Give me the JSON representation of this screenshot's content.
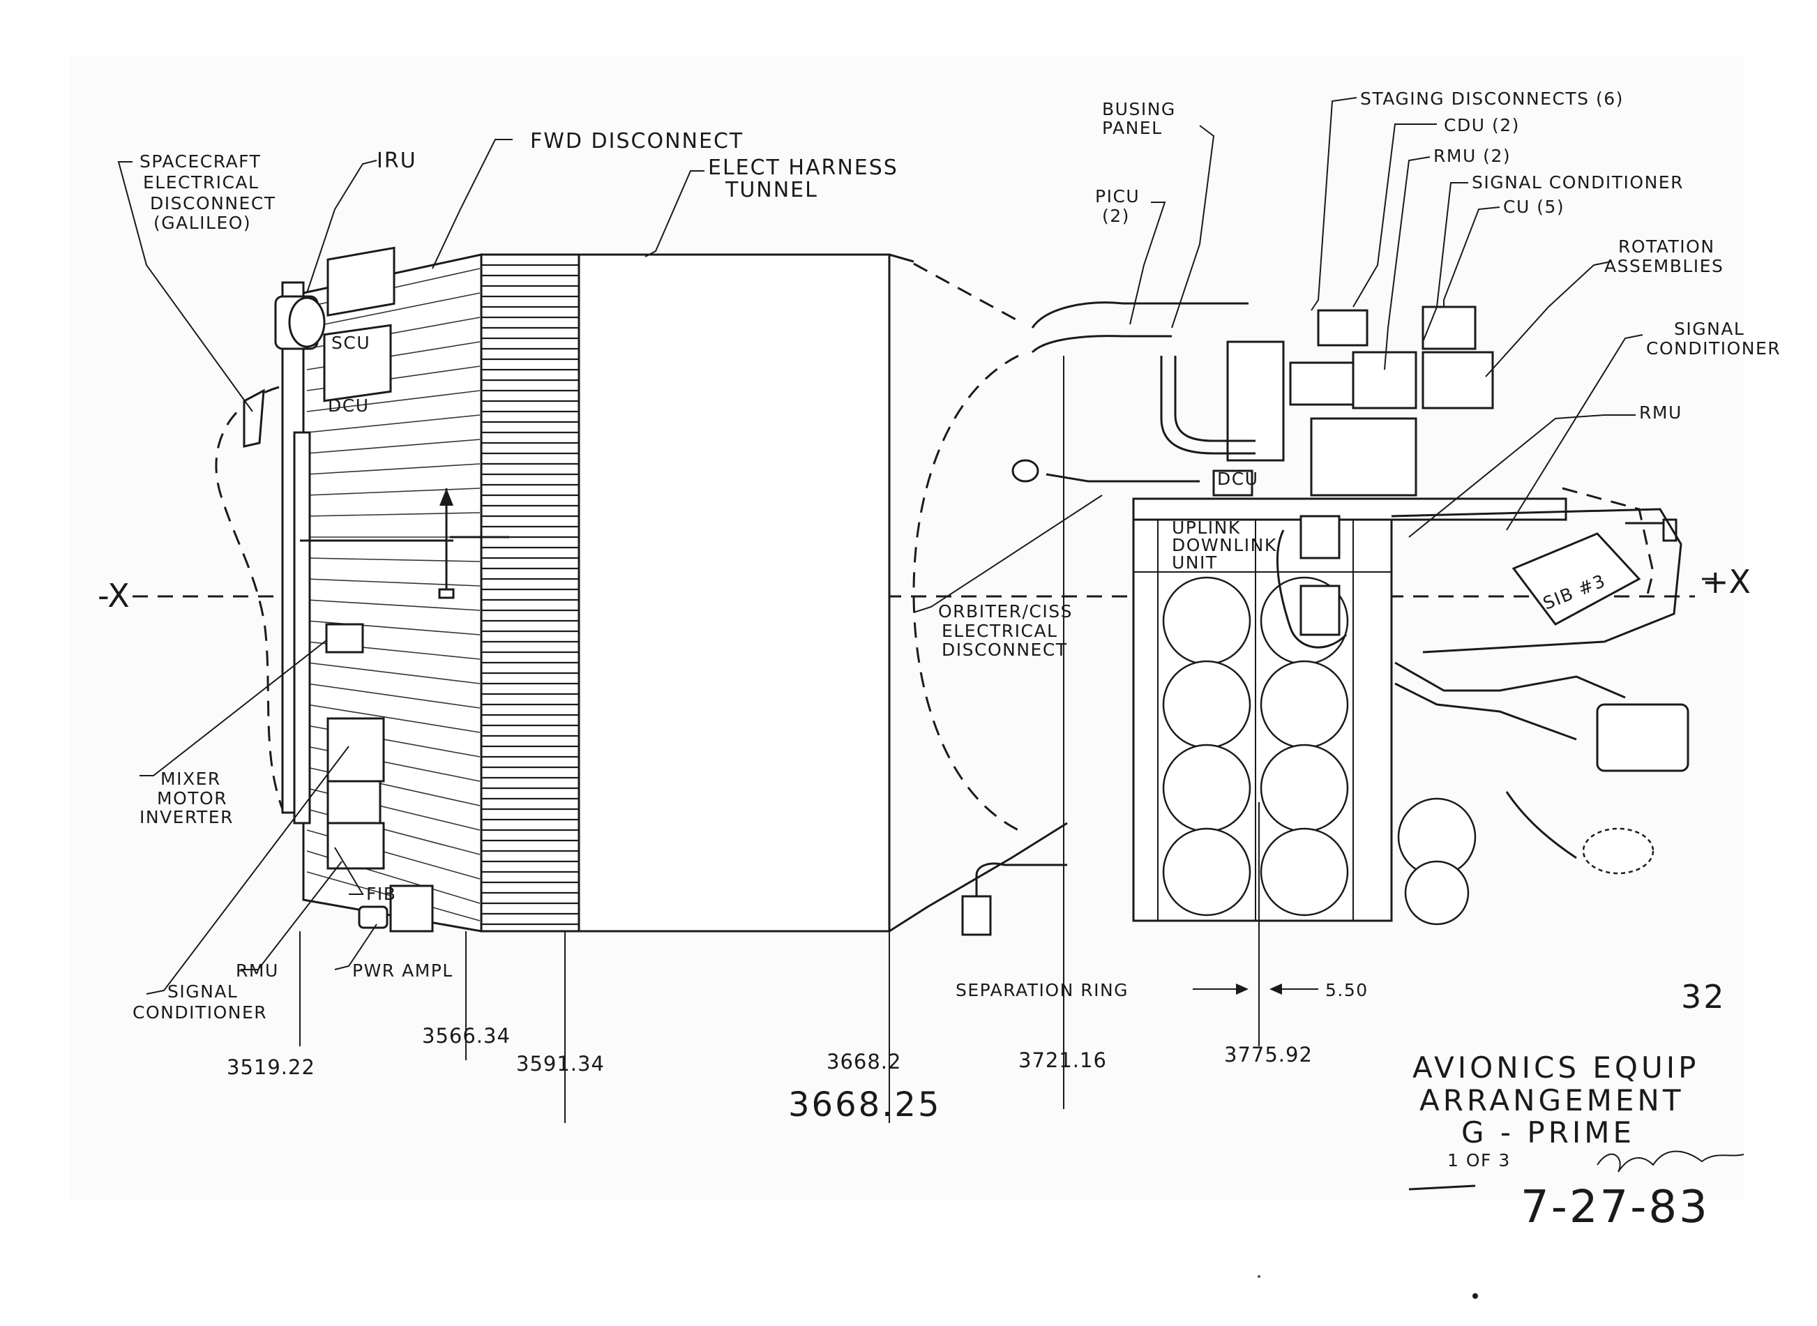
{
  "labels": {
    "spacecraft_electrical_disconnect": [
      "SPACECRAFT",
      "ELECTRICAL",
      "DISCONNECT",
      "(GALILEO)"
    ],
    "iru": "IRU",
    "fwd_disconnect": "FWD DISCONNECT",
    "elect_harness_tunnel": [
      "ELECT HARNESS",
      "TUNNEL"
    ],
    "scu": "SCU",
    "dcu_left": "DCU",
    "mixer_motor_inverter": [
      "MIXER",
      "MOTOR",
      "INVERTER"
    ],
    "fib": "FIB",
    "rmu_left": "RMU",
    "pwr_ampl": "PWR AMPL",
    "signal_conditioner_left": [
      "SIGNAL",
      "CONDITIONER"
    ],
    "busing_panel": [
      "BUSING",
      "PANEL"
    ],
    "picu": [
      "PICU",
      "(2)"
    ],
    "staging_disconnects": "STAGING DISCONNECTS (6)",
    "cdu": "CDU (2)",
    "rmu_2": "RMU (2)",
    "signal_conditioner_top": "SIGNAL CONDITIONER",
    "cu": "CU (5)",
    "rotation_assemblies": [
      "ROTATION",
      "ASSEMBLIES"
    ],
    "signal_conditioner_right": [
      "SIGNAL",
      "CONDITIONER"
    ],
    "rmu_right": "RMU",
    "dcu_right": "DCU",
    "uplink_downlink_unit": [
      "UPLINK",
      "DOWNLINK",
      "UNIT"
    ],
    "orbiter_ciss_disconnect": [
      "ORBITER/CISS",
      "ELECTRICAL",
      "DISCONNECT"
    ],
    "sib_3": "SIB #3",
    "separation_ring": "SEPARATION RING",
    "separation_dim": "5.50",
    "axis_minus_x": "-X",
    "axis_plus_x": "+X"
  },
  "stations": {
    "s1": "3519.22",
    "s2": "3566.34",
    "s3": "3591.34",
    "s4": "3668.2",
    "s4_handwritten": "3668.25",
    "s5": "3721.16",
    "s6": "3775.92"
  },
  "title_block": {
    "line1": "AVIONICS EQUIP",
    "line2": "ARRANGEMENT",
    "line3": "G - PRIME",
    "sheet": "1 OF 3",
    "date": "7-27-83",
    "page_number": "32"
  }
}
